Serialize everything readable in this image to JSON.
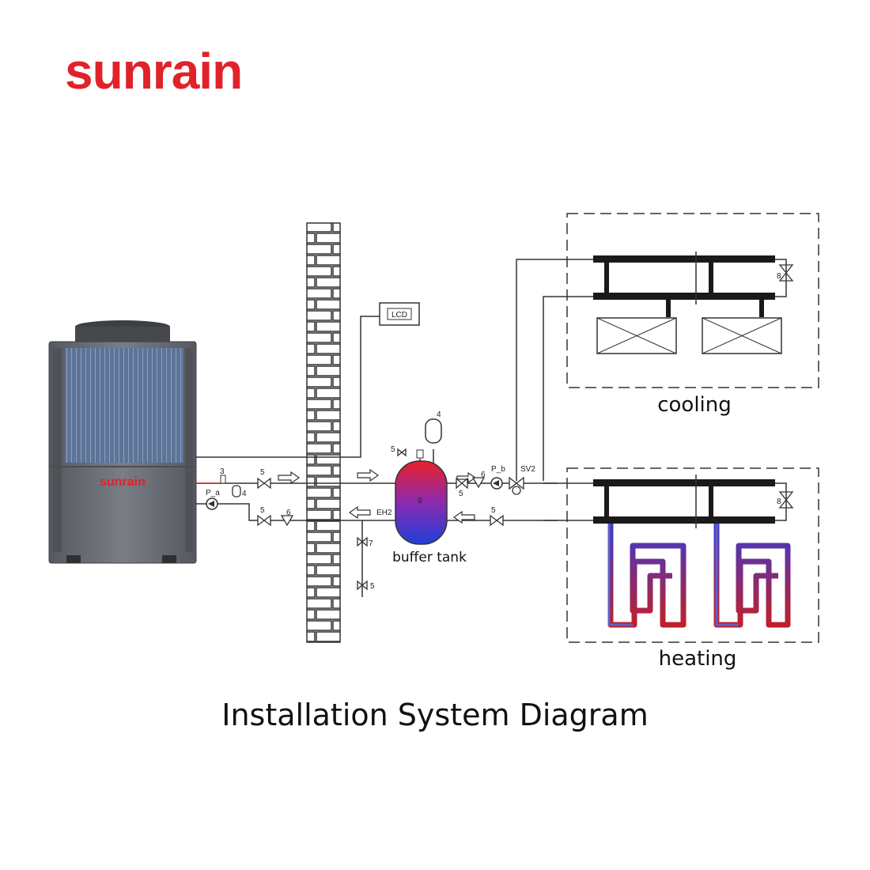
{
  "brand": {
    "logo_text": "sunrain",
    "unit_badge": "sunrain",
    "color": "#e0222a"
  },
  "title": "Installation System Diagram",
  "labels": {
    "lcd": "LCD",
    "tank": "buffer tank",
    "tank_num": "9",
    "cooling": "cooling",
    "heating": "heating",
    "pump_a": "P_a",
    "pump_b": "P_b",
    "valve_sv2": "SV2",
    "heater": "EH2",
    "n3": "3",
    "n4": "4",
    "n5": "5",
    "n6": "6",
    "n7": "7",
    "n8": "8"
  },
  "colors": {
    "hot": "#e8202a",
    "cold": "#1f3fd8",
    "line": "#333333",
    "unit": "#6b6f75"
  }
}
